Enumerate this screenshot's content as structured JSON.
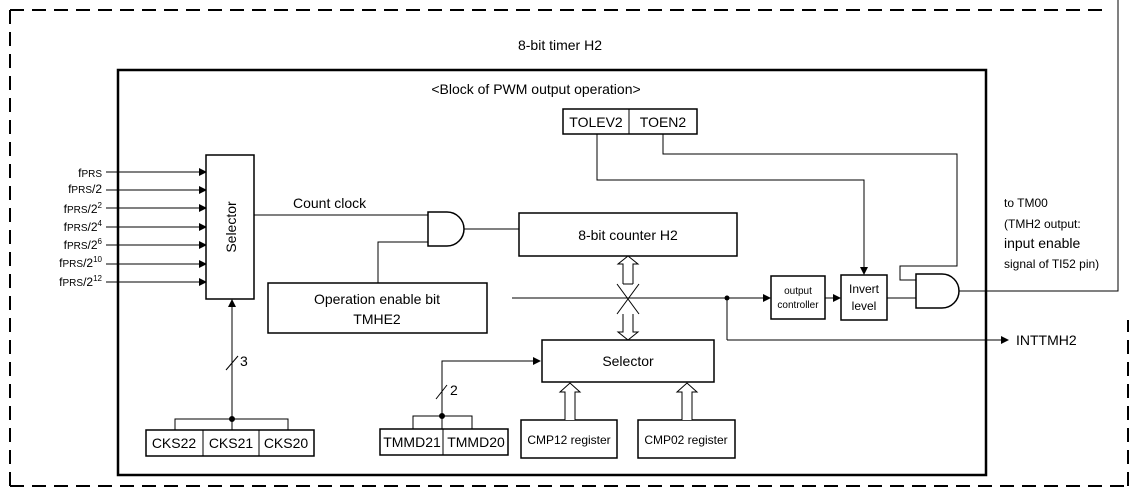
{
  "title": "8-bit timer H2",
  "subtitle": "<Block of PWM output operation>",
  "inputs": [
    {
      "base": "f",
      "sub": "PRS",
      "div": "",
      "exp": ""
    },
    {
      "base": "f",
      "sub": "PRS",
      "div": "/2",
      "exp": ""
    },
    {
      "base": "f",
      "sub": "PRS",
      "div": "/2",
      "exp": "2"
    },
    {
      "base": "f",
      "sub": "PRS",
      "div": "/2",
      "exp": "4"
    },
    {
      "base": "f",
      "sub": "PRS",
      "div": "/2",
      "exp": "6"
    },
    {
      "base": "f",
      "sub": "PRS",
      "div": "/2",
      "exp": "10"
    },
    {
      "base": "f",
      "sub": "PRS",
      "div": "/2",
      "exp": "12"
    }
  ],
  "selector_label": "Selector",
  "count_clock": "Count clock",
  "counter": "8-bit counter H2",
  "op_enable": {
    "line1": "Operation enable bit",
    "line2": "TMHE2"
  },
  "selector2": "Selector",
  "cks_bits": [
    "CKS22",
    "CKS21",
    "CKS20"
  ],
  "cks_bus_width": "3",
  "tmmd_bits": [
    "TMMD21",
    "TMMD20"
  ],
  "tmmd_bus_width": "2",
  "cmp12": "CMP12 register",
  "cmp02": "CMP02 register",
  "tolev": [
    "TOLEV2",
    "TOEN2"
  ],
  "output_controller": {
    "line1": "output",
    "line2": "controller"
  },
  "invert": {
    "line1": "Invert",
    "line2": "level"
  },
  "to_tm00": [
    "to TM00",
    "(TMH2 output:",
    "input enable",
    "signal of TI52 pin)"
  ],
  "inttmh2": "INTTMH2"
}
